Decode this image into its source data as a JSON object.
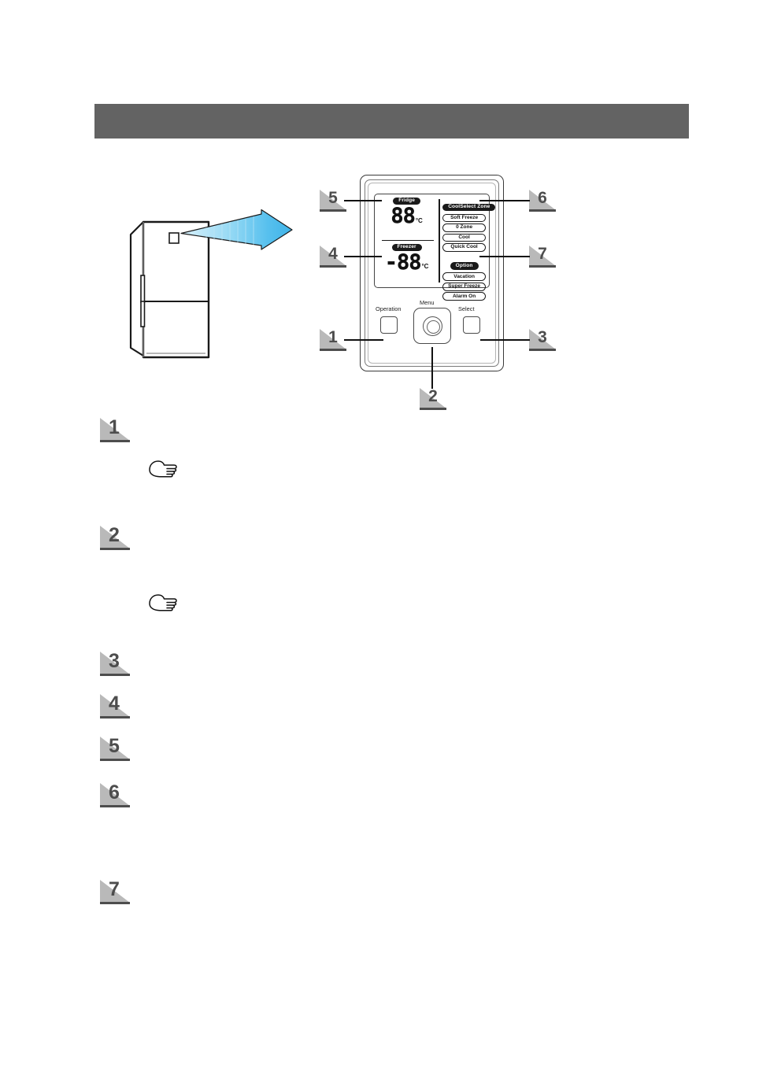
{
  "header": {
    "title": ""
  },
  "illustration": {
    "fridge_alt": "bottom-freezer refrigerator front-left view",
    "display_square_label": "",
    "arrow_alt": "blue tapered zoom arrow",
    "arrow_color_light": "#b7e3f7",
    "arrow_color_dark": "#3fb3e8"
  },
  "panel": {
    "display": {
      "fridge_label": "Fridge",
      "fridge_value": "88",
      "fridge_unit": "°C",
      "freezer_label": "Freezer",
      "freezer_value": "-88",
      "freezer_unit": "°C",
      "coolselect": {
        "heading": "CoolSelect Zone",
        "options": [
          "Soft Freeze",
          "0 Zone",
          "Cool",
          "Quick Cool"
        ]
      },
      "option": {
        "heading": "Option",
        "options": [
          "Vacation",
          "Super Freeze",
          "Alarm On"
        ]
      }
    },
    "buttons": {
      "operation": "Operation",
      "menu": "Menu",
      "select": "Select"
    }
  },
  "callouts": [
    {
      "id": "1",
      "number": "1"
    },
    {
      "id": "2",
      "number": "2"
    },
    {
      "id": "3",
      "number": "3"
    },
    {
      "id": "4",
      "number": "4"
    },
    {
      "id": "5",
      "number": "5"
    },
    {
      "id": "6",
      "number": "6"
    },
    {
      "id": "7",
      "number": "7"
    }
  ],
  "list": [
    {
      "number": "1",
      "text": "",
      "note": ""
    },
    {
      "number": "2",
      "text": "",
      "note": ""
    },
    {
      "number": "3",
      "text": ""
    },
    {
      "number": "4",
      "text": ""
    },
    {
      "number": "5",
      "text": ""
    },
    {
      "number": "6",
      "text": ""
    },
    {
      "number": "7",
      "text": ""
    }
  ],
  "colors": {
    "header_bar": "#636363",
    "marker_fill": "#b9b9b9",
    "marker_text": "#4d4d4d",
    "ink": "#111111"
  }
}
